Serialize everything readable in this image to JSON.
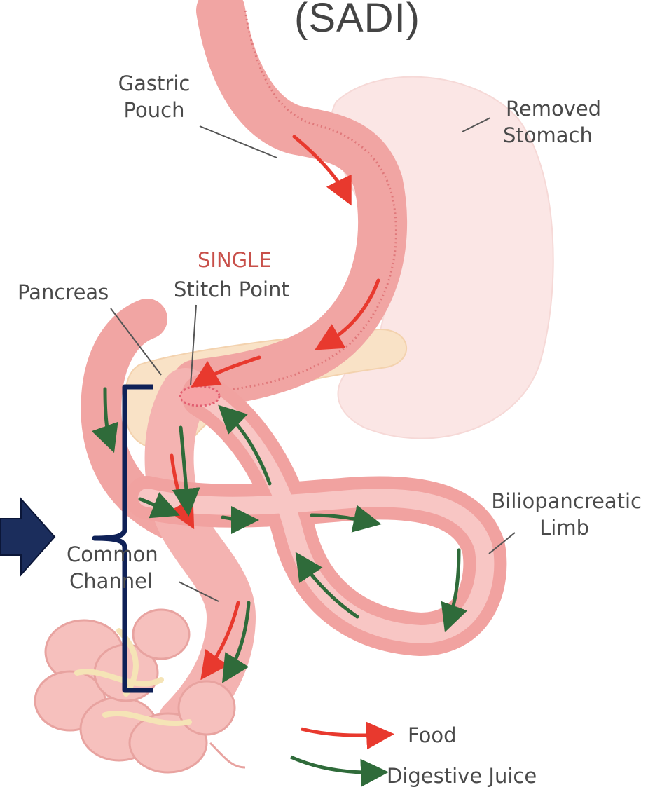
{
  "title": "(SADI)",
  "labels": {
    "gastric_pouch": [
      "Gastric",
      "Pouch"
    ],
    "removed_stomach": [
      "Removed",
      "Stomach"
    ],
    "single": "SINGLE",
    "stitch_point": "Stitch Point",
    "pancreas": "Pancreas",
    "biliopancreatic_limb": [
      "Biliopancreatic",
      "Limb"
    ],
    "common_channel": [
      "Common",
      "Channel"
    ]
  },
  "legend": {
    "food": "Food",
    "digestive_juice": "Digestive Juice"
  },
  "colors": {
    "intestine": "#f1a7a5",
    "intestine_dark": "#e68a87",
    "removed_stomach": "#fbe7e6",
    "pancreas": "#f9e3c8",
    "food_arrow": "#e8392e",
    "juice_arrow": "#2f6b3a",
    "bracket": "#0f2157",
    "pointer_arrow": "#1b2d5c"
  }
}
